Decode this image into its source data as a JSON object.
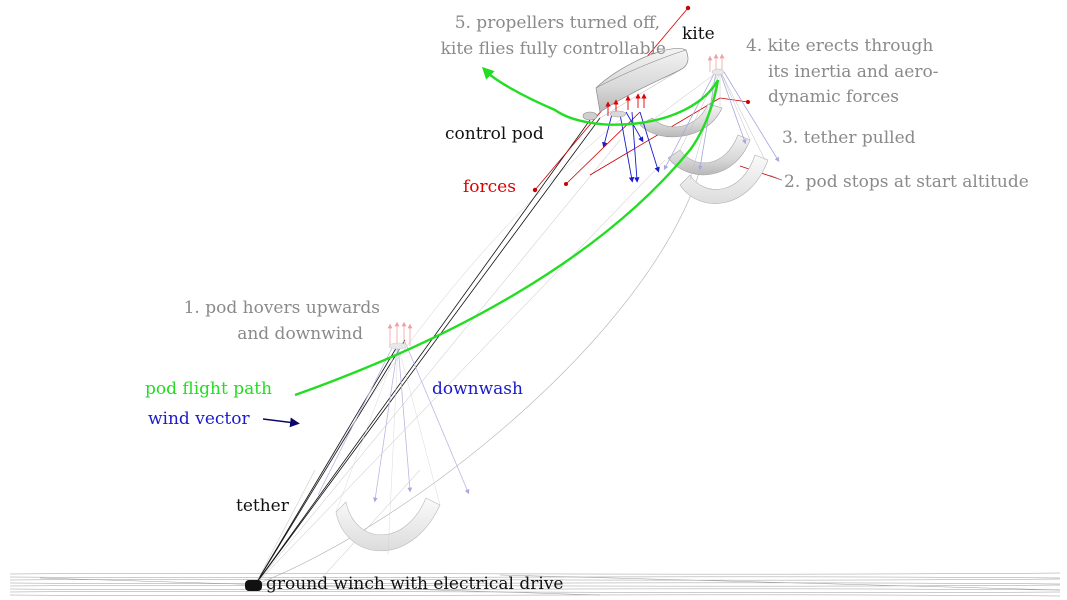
{
  "labels": {
    "step5_line1": "5. propellers turned off,",
    "step5_line2": "kite flies fully controllable",
    "kite": "kite",
    "step4_line1": "4. kite erects through",
    "step4_line2": "its inertia and aero-",
    "step4_line3": "dynamic forces",
    "control_pod": "control pod",
    "step3": "3. tether pulled",
    "forces": "forces",
    "step2": "2. pod stops at start altitude",
    "step1_line1": "1. pod hovers upwards",
    "step1_line2": "and downwind",
    "pod_flight_path": "pod flight path",
    "downwash": "downwash",
    "wind_vector": "wind vector",
    "tether": "tether",
    "ground_winch": "ground winch with electrical drive"
  },
  "colors": {
    "label_grey": "#8a8a8a",
    "forces_red": "#e00000",
    "flight_path_green": "#22dd22",
    "downwash_blue": "#1a1acc",
    "tether_black": "#111111"
  }
}
